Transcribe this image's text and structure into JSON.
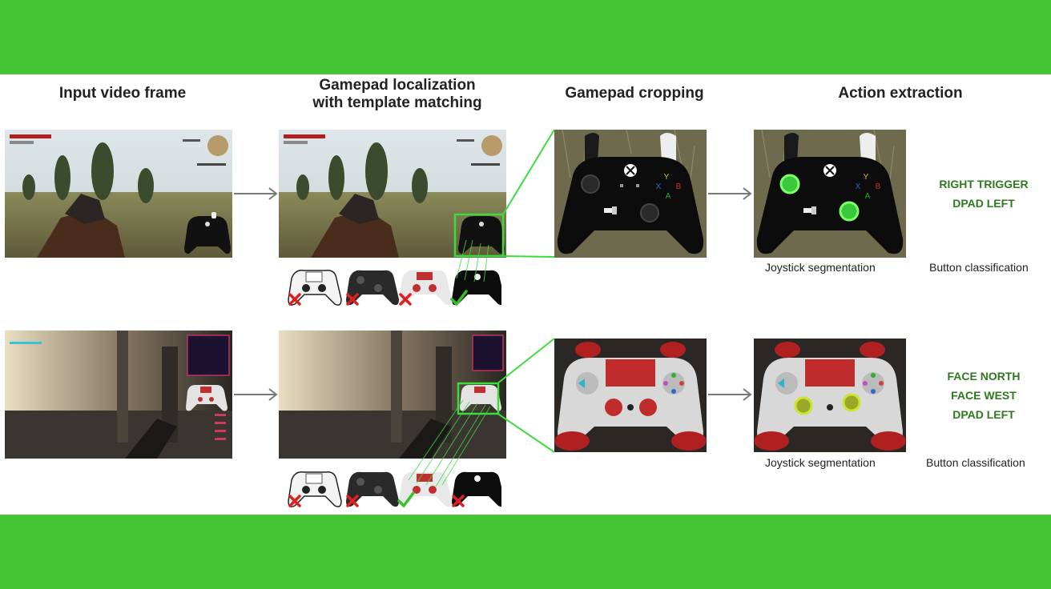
{
  "columns": {
    "input": "Input video frame",
    "localization_1": "Gamepad localization",
    "localization_2": "with template matching",
    "cropping": "Gamepad cropping",
    "extraction": "Action extraction"
  },
  "rows": [
    {
      "joystick_label": "Joystick segmentation",
      "button_label": "Button classification",
      "actions": [
        "RIGHT TRIGGER",
        "DPAD LEFT"
      ]
    },
    {
      "joystick_label": "Joystick segmentation",
      "button_label": "Button classification",
      "actions": [
        "FACE NORTH",
        "FACE WEST",
        "DPAD LEFT"
      ]
    }
  ],
  "xbox_buttons": {
    "y": "Y",
    "b": "B",
    "x": "X",
    "a": "A"
  },
  "colors": {
    "band": "#44c534",
    "highlight": "#44dd44",
    "match_ok": "#3bbf2a",
    "match_bad": "#e02020",
    "action_text": "#2d7a1e"
  },
  "icons": [
    "check-icon",
    "cross-icon",
    "arrow-right-icon",
    "xbox-controller-icon",
    "ps4-controller-icon",
    "ps5-controller-icon"
  ]
}
